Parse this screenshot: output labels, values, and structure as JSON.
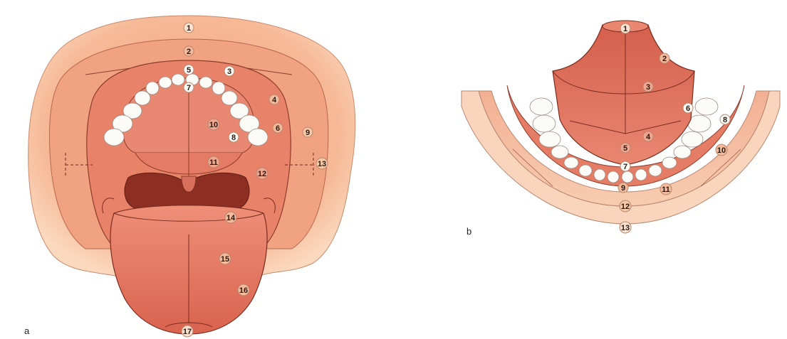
{
  "panels": [
    {
      "letter": "a",
      "labels": [
        "1",
        "2",
        "3",
        "4",
        "5",
        "6",
        "7",
        "8",
        "9",
        "10",
        "11",
        "12",
        "13",
        "14",
        "15",
        "16",
        "17"
      ]
    },
    {
      "letter": "b",
      "labels": [
        "1",
        "2",
        "3",
        "4",
        "5",
        "6",
        "7",
        "8",
        "9",
        "10",
        "11",
        "12",
        "13"
      ]
    }
  ],
  "colors": {
    "outer_skin": "#f8c9a6",
    "lip": "#f1a98a",
    "mucosa": "#e8836a",
    "palate": "#e37c63",
    "throat": "#8c2f22",
    "tongue": "#e26f5a",
    "tooth": "#fbfbf8",
    "line": "#6b2a1e"
  }
}
